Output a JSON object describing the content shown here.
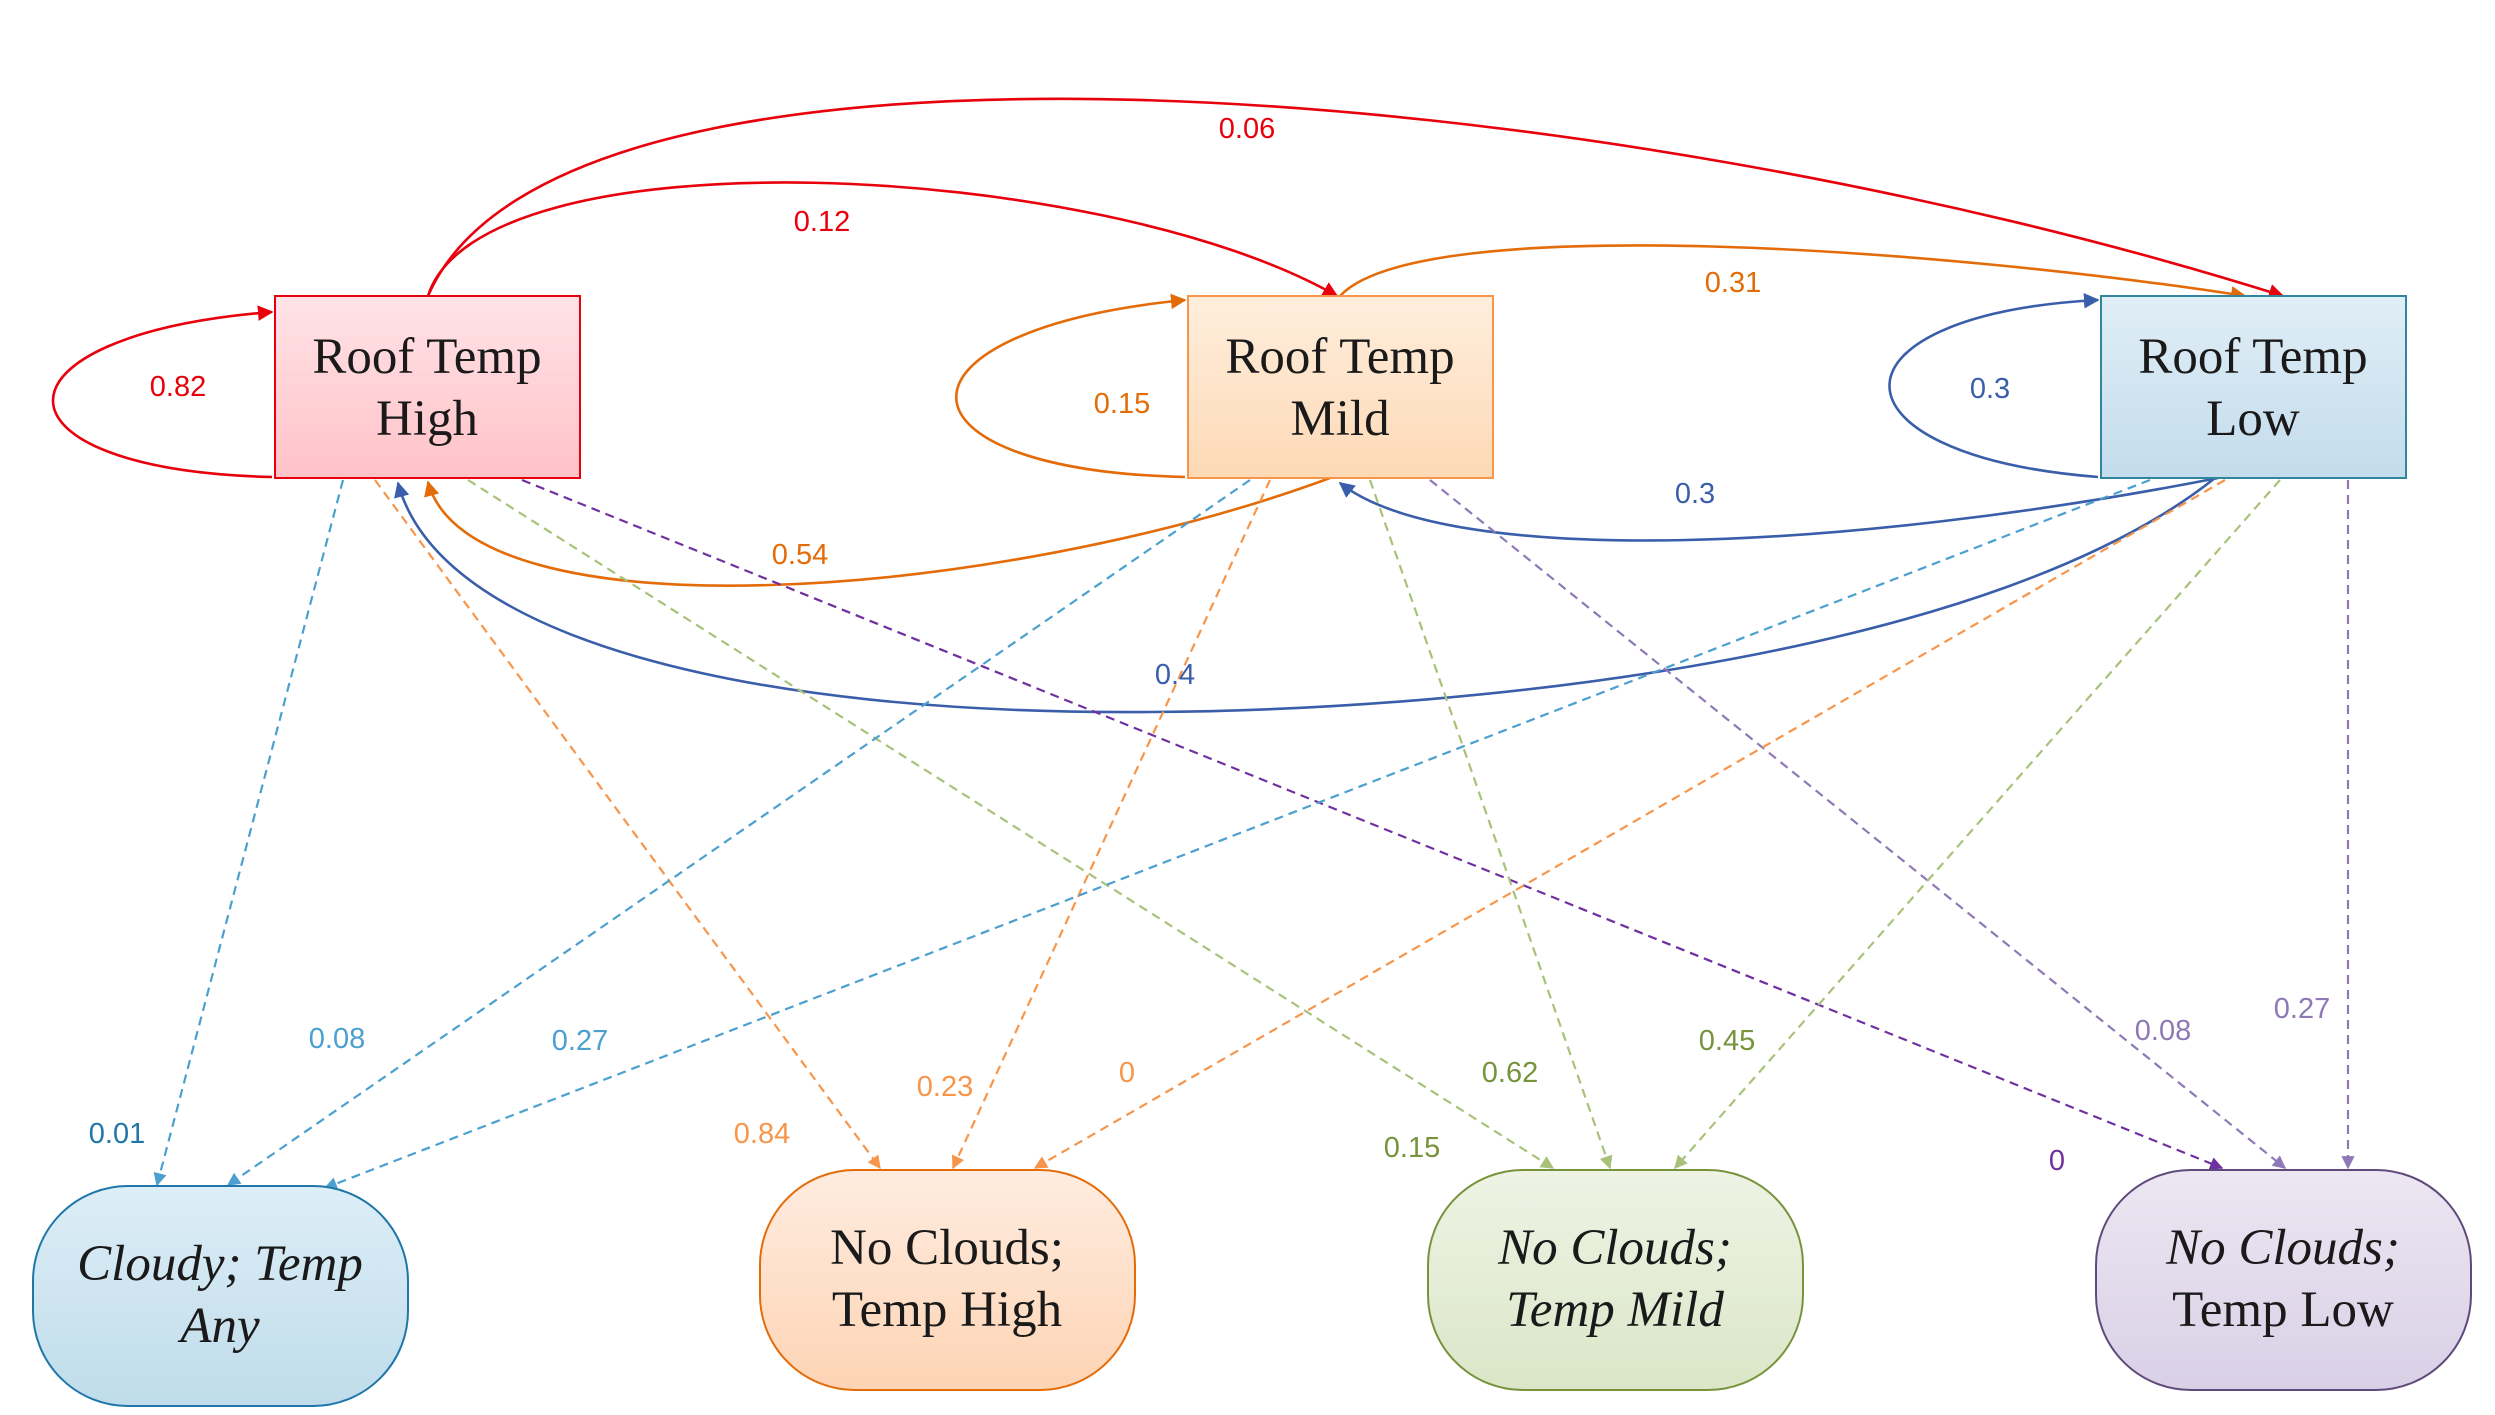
{
  "states": {
    "high": {
      "line1": "Roof Temp",
      "line2": "High"
    },
    "mild": {
      "line1": "Roof Temp",
      "line2": "Mild"
    },
    "low": {
      "line1": "Roof Temp",
      "line2": "Low"
    }
  },
  "observations": {
    "cloudy": {
      "line1": "Cloudy; Temp",
      "line2": "Any"
    },
    "nc_high": {
      "line1": "No Clouds;",
      "line2": "Temp High"
    },
    "nc_mild": {
      "line1": "No Clouds;",
      "line2": "Temp Mild"
    },
    "nc_low": {
      "line1": "No Clouds;",
      "line2": "Temp Low"
    }
  },
  "transitions": {
    "high_high": "0.82",
    "high_mild": "0.12",
    "high_low": "0.06",
    "mild_mild": "0.15",
    "mild_low": "0.31",
    "mild_high": "0.54",
    "low_low": "0.3",
    "low_mild": "0.3",
    "low_high": "0.4"
  },
  "emissions": {
    "high_cloudy": "0.01",
    "high_nc_high": "0.84",
    "high_nc_mild": "0.15",
    "high_nc_low": "0",
    "mild_cloudy": "0.08",
    "mild_nc_high": "0.23",
    "mild_nc_mild": "0.62",
    "mild_nc_low": "0.08",
    "low_cloudy": "0.27",
    "low_nc_high": "0",
    "low_nc_mild": "0.45",
    "low_nc_low": "0.27"
  },
  "colors": {
    "high": "#e8000c",
    "mild": "#e36c09",
    "low": "#3a5eaa",
    "cloudy": "#3c8fc2",
    "nc_high": "#f7964a",
    "nc_mild": "#9bb560",
    "nc_low": "#8064a2",
    "purple": "#7030a0"
  }
}
